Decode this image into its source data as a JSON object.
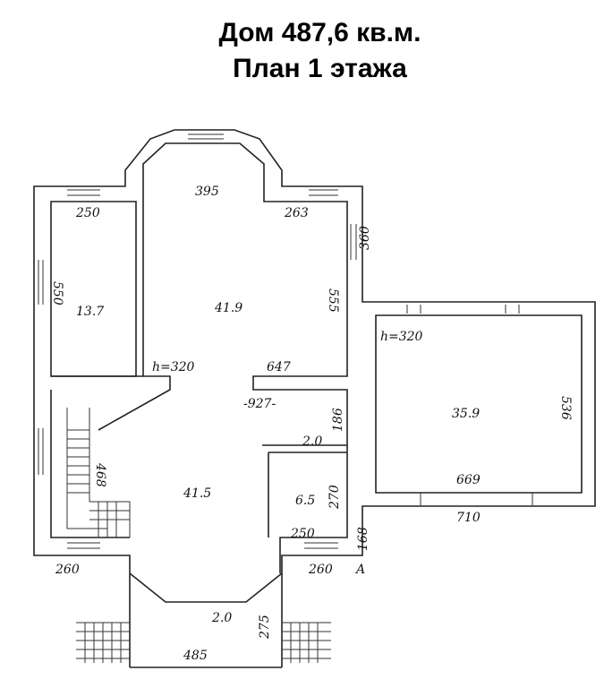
{
  "title": {
    "line1": "Дом 487,6 кв.м.",
    "line2": "План 1 этажа"
  },
  "rooms": [
    {
      "area": "13.7"
    },
    {
      "area": "41.9"
    },
    {
      "area": "41.5"
    },
    {
      "area": "6.5"
    },
    {
      "area": "35.9"
    }
  ],
  "dimensions": {
    "d395": "395",
    "d250a": "250",
    "d263": "263",
    "d360": "360",
    "d550": "550",
    "d555": "555",
    "h320a": "h=320",
    "d647": "647",
    "d927": "-927-",
    "d186": "186",
    "d20a": "2.0",
    "d468": "468",
    "d270": "270",
    "d250b": "250",
    "d260a": "260",
    "d260b": "260",
    "d168": "168",
    "d20b": "2.0",
    "d275": "275",
    "d485": "485",
    "h320b": "h=320",
    "d536": "536",
    "d669": "669",
    "d710": "710",
    "markA": "A"
  }
}
